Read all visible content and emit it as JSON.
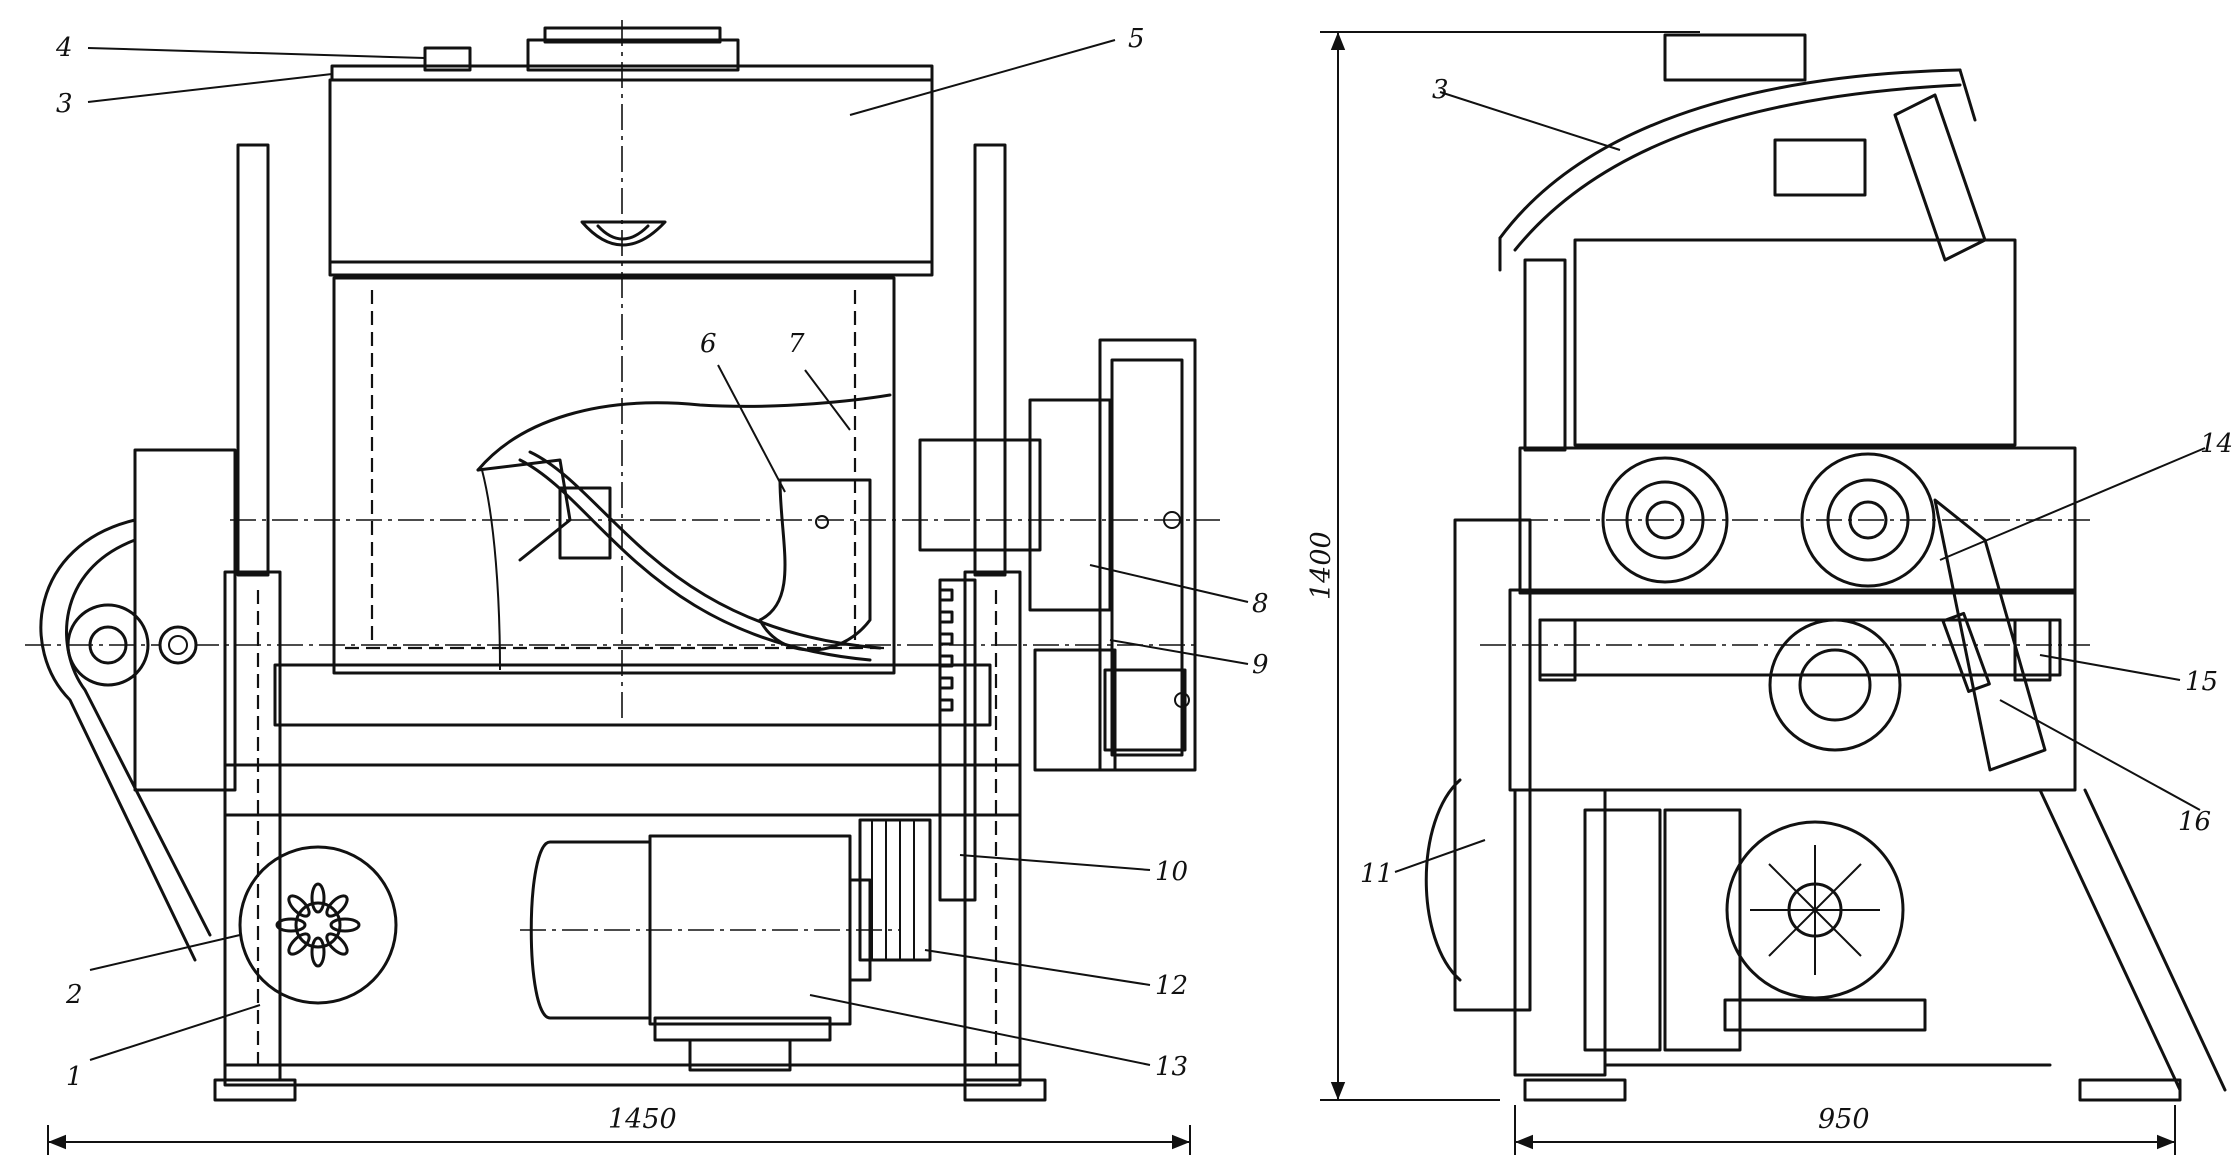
{
  "part_labels": [
    "1",
    "2",
    "3",
    "4",
    "5",
    "6",
    "7",
    "8",
    "9",
    "10",
    "11",
    "12",
    "13",
    "14",
    "15",
    "16"
  ],
  "dimensions": {
    "front_width": "1450",
    "side_width": "950",
    "height": "1400"
  }
}
